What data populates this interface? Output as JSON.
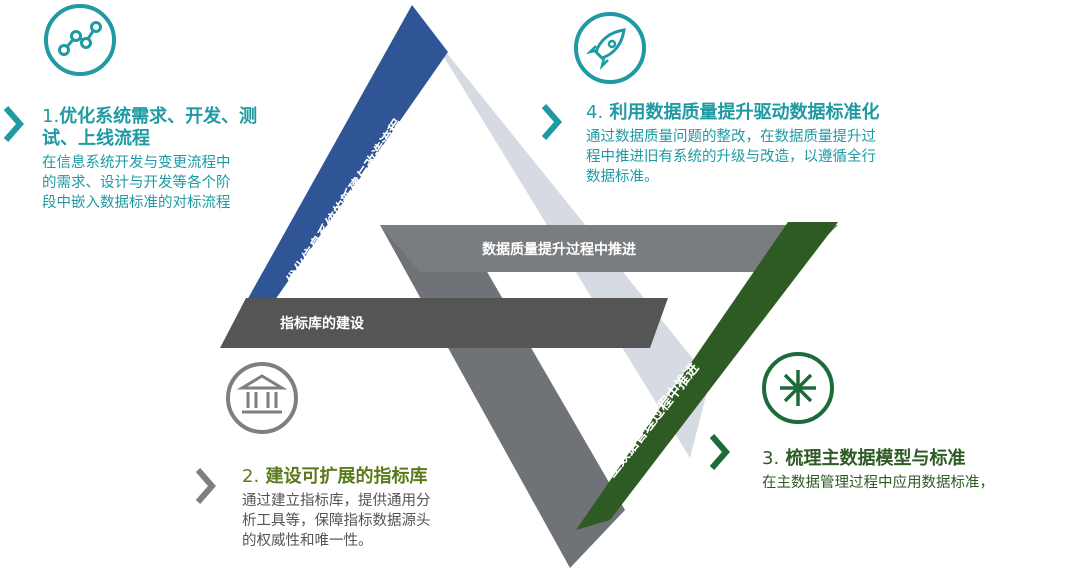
{
  "items": [
    {
      "number": "1.",
      "title": "优化系统需求、开发、测试、上线流程",
      "title_line1": "优化系统需求、开发、测",
      "title_line2": "试、上线流程",
      "desc_lines": [
        "在信息系统开发与变更流程中",
        "的需求、设计与开发等各个阶",
        "段中嵌入数据标准的对标流程"
      ],
      "icon": "network-nodes-icon",
      "color": "#1f9aa3"
    },
    {
      "number": "4.",
      "title": "利用数据质量提升驱动数据标准化",
      "desc_lines": [
        "通过数据质量问题的整改，在数据质量提升过",
        "程中推进旧有系统的升级与改造，以遵循全行",
        "数据标准。"
      ],
      "icon": "rocket-icon",
      "color": "#1f9aa3"
    },
    {
      "number": "2.",
      "title": "建设可扩展的指标库",
      "desc_lines": [
        "通过建立指标库，提供通用分",
        "析工具等，保障指标数据源头",
        "的权威性和唯一性。"
      ],
      "icon": "bank-building-icon",
      "color": "#5a7a1c"
    },
    {
      "number": "3.",
      "title": "梳理主数据模型与标准",
      "desc_lines": [
        "在主数据管理过程中应用数据标准，"
      ],
      "icon": "asterisk-icon",
      "color": "#1d6b3a"
    }
  ],
  "bands": {
    "blue": "优化信息系统的新建与改造流程",
    "top_gray": "数据质量提升过程中推进",
    "dark_gray": "指标库的建设",
    "green": "主数据管理过程中推进"
  },
  "colors": {
    "blue": "#2f5597",
    "light_gray": "#d6dae2",
    "mid_gray": "#7a7d80",
    "dark_gray": "#555555",
    "green": "#2e5a23",
    "teal": "#1f9aa3",
    "icon_gray": "#7f7f7f",
    "icon_green": "#1d6b3a"
  }
}
